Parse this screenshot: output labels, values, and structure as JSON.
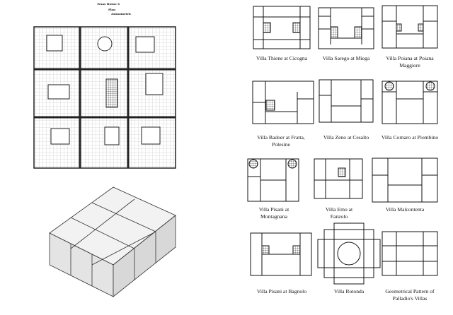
{
  "left_panel": {
    "title": "Texas House 6",
    "subtitle_plan": "Plan",
    "subtitle_axo": "Axonometric"
  },
  "villas": [
    {
      "name": "Villa Thiene at Cicogna"
    },
    {
      "name": "Villa Sarego at Miega"
    },
    {
      "name": "Villa Poiana at Poiana Maggiore"
    },
    {
      "name": "Villa Badoer at Fratta, Polesine"
    },
    {
      "name": "Villa Zeno at Cesalto"
    },
    {
      "name": "Villa Cornaro at Piombino"
    },
    {
      "name": "Villa Pisani at Montagnana"
    },
    {
      "name": "Villa Emo at Fanzolo"
    },
    {
      "name": "Villa Malcontenta"
    },
    {
      "name": "Villa Pisani at Bagnolo"
    },
    {
      "name": "Villa Rotonda"
    },
    {
      "name": "Geometrical Pattern of Palladio's Villas"
    }
  ],
  "colors": {
    "ink": "#111111",
    "grid": "#bdbdbd",
    "paper": "#ffffff"
  }
}
